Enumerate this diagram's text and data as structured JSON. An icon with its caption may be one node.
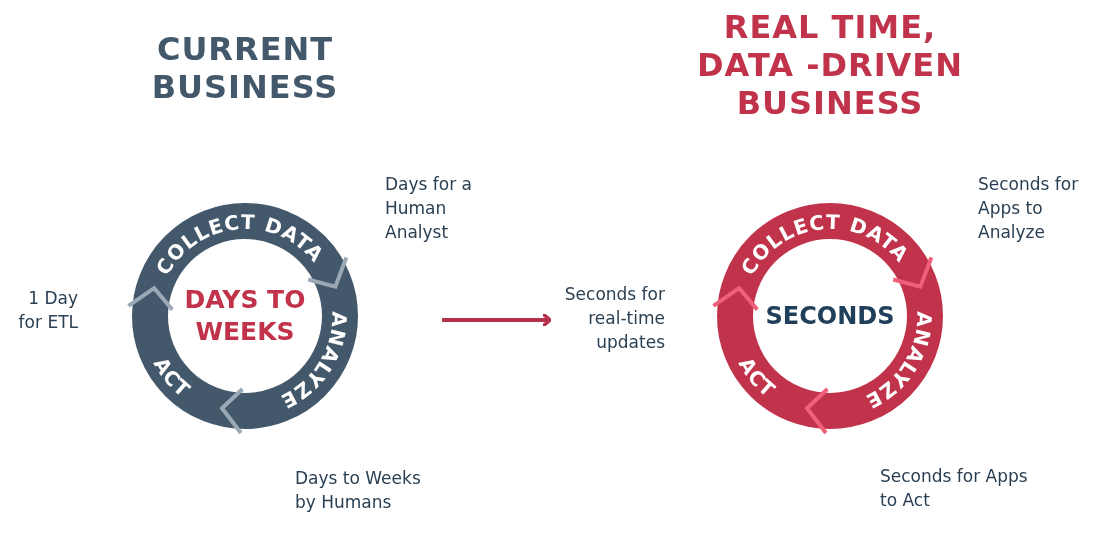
{
  "diagram": {
    "nodes": [
      {
        "text": [
          "COLLECT DATA",
          "ANALYZE",
          "ACT",
          "DAYS TO WEEKS"
        ],
        "beside": [
          "Days for a Human Analyst",
          "Days to Weeks by Humans",
          "1 Day for ETL"
        ]
      },
      {
        "text": [
          "COLLECT DATA",
          "ANALYZE",
          "ACT",
          "SECONDS"
        ],
        "beside": [
          "Seconds for Apps to Analyze",
          "Seconds for Apps to Act",
          "Seconds for real-time updates"
        ]
      }
    ],
    "edges": [
      {
        "from": 0,
        "to": 1,
        "arrow": "to"
      }
    ],
    "labels": [
      "CURRENT BUSINESS",
      "REAL TIME, DATA -DRIVEN BUSINESS"
    ]
  }
}
